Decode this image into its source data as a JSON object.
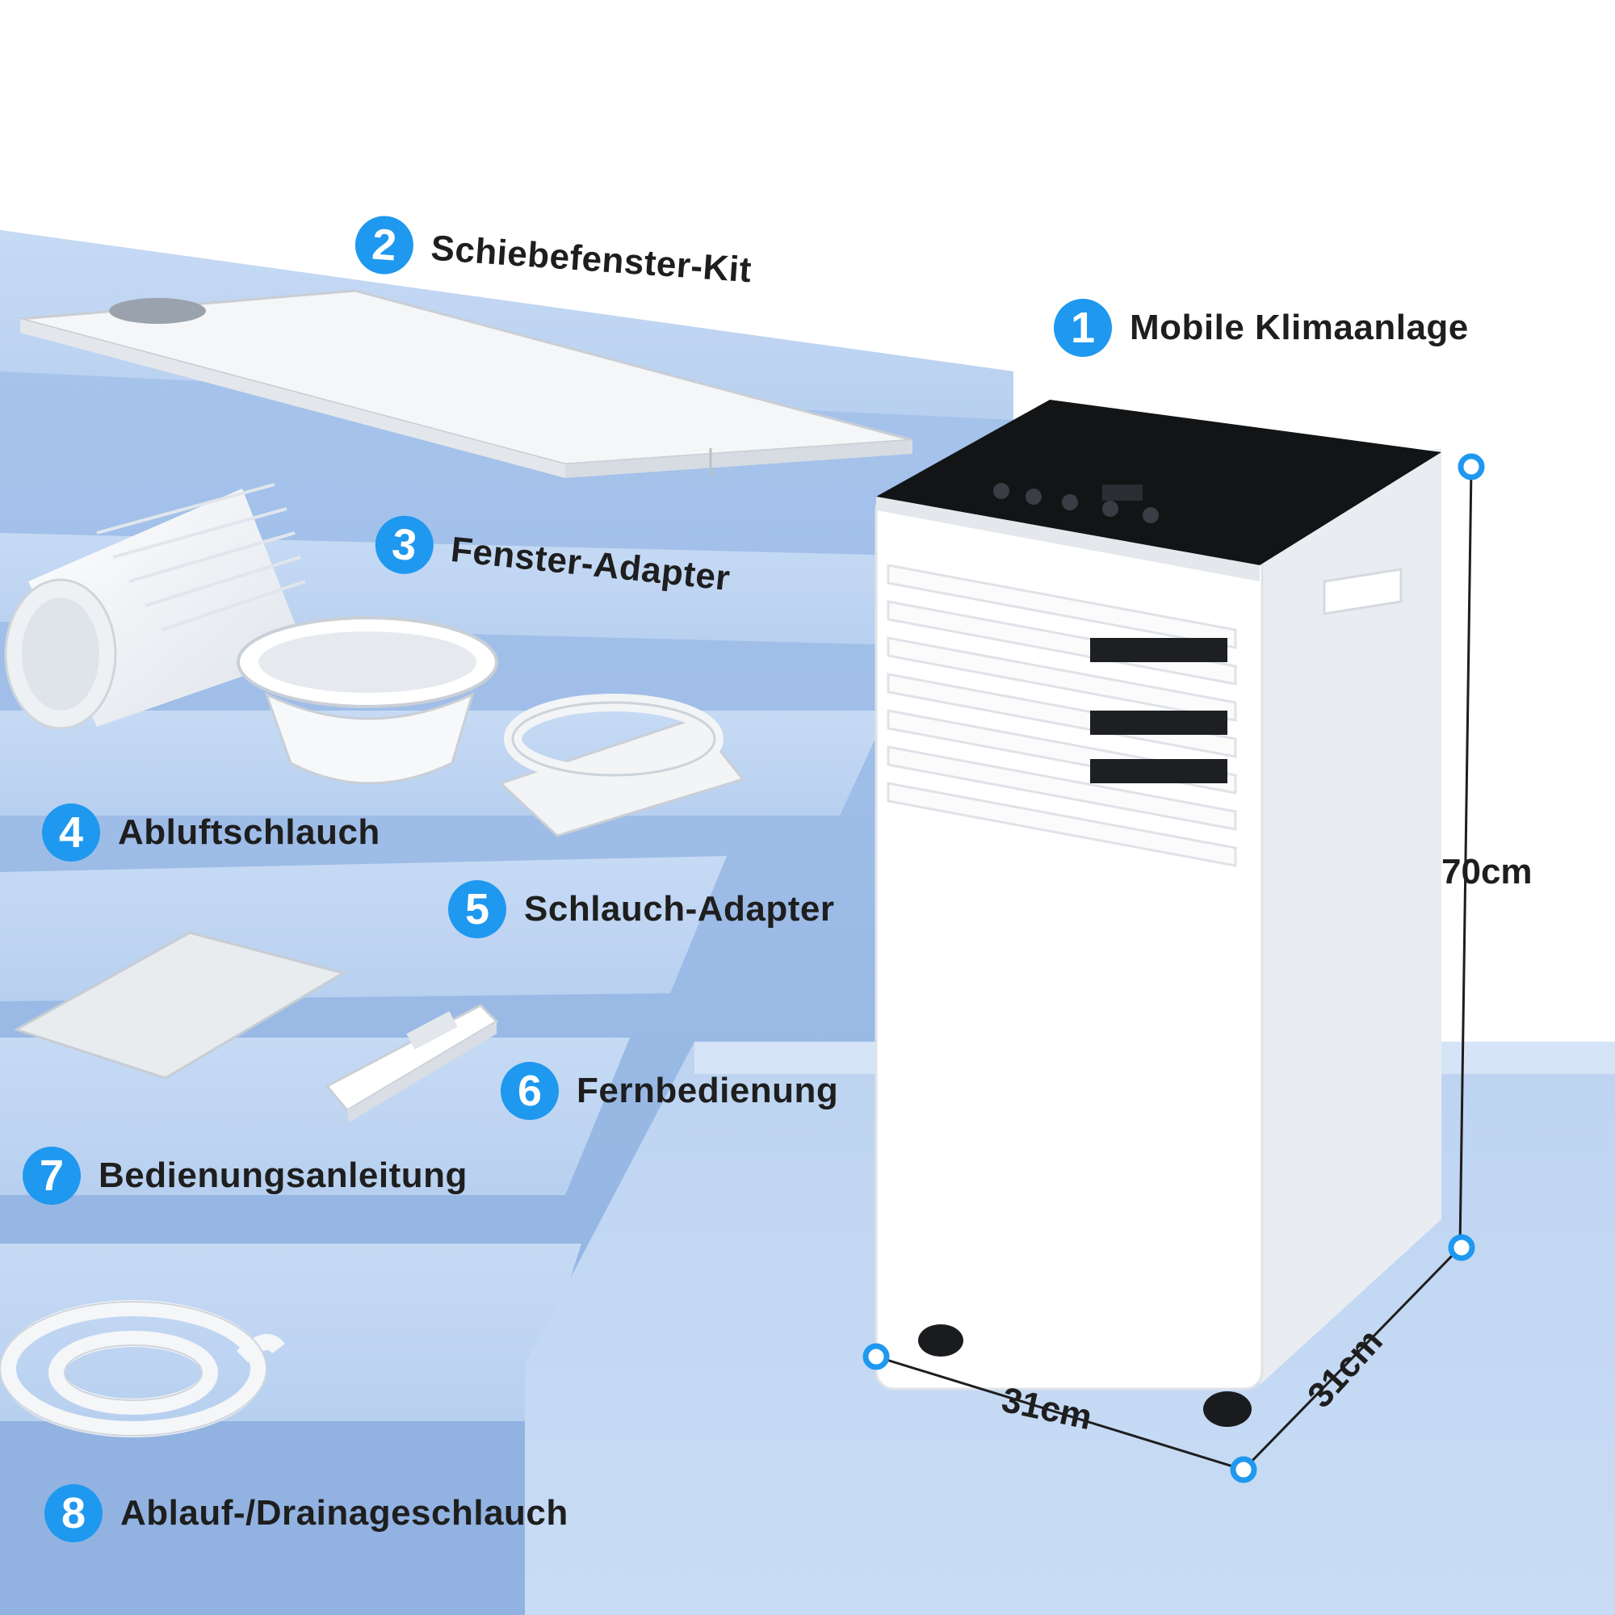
{
  "items": [
    {
      "number": "1",
      "label": "Mobile Klimaanlage"
    },
    {
      "number": "2",
      "label": "Schiebefenster-Kit"
    },
    {
      "number": "3",
      "label": "Fenster-Adapter"
    },
    {
      "number": "4",
      "label": "Abluftschlauch"
    },
    {
      "number": "5",
      "label": "Schlauch-Adapter"
    },
    {
      "number": "6",
      "label": "Fernbedienung"
    },
    {
      "number": "7",
      "label": "Bedienungsanleitung"
    },
    {
      "number": "8",
      "label": "Ablauf-/Drainageschlauch"
    }
  ],
  "dimensions": {
    "height": "70cm",
    "width": "31cm",
    "depth": "31cm"
  },
  "colors": {
    "accent": "#1f98ef",
    "stairs": "#a9c6ec",
    "text": "#1e1e1e"
  }
}
